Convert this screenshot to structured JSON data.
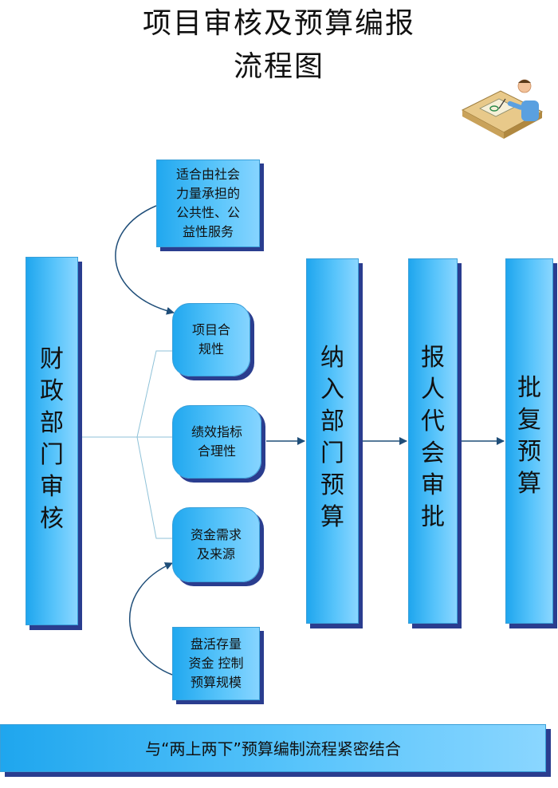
{
  "title": {
    "line1": "项目审核及预算编报",
    "line2": "流程图"
  },
  "nodes": {
    "finance_review": [
      "财",
      "政",
      "部",
      "门",
      "审",
      "核"
    ],
    "include_dept_budget": [
      "纳",
      "入",
      "部",
      "门",
      "预",
      "算"
    ],
    "npc_approval": [
      "报",
      "人",
      "代",
      "会",
      "审",
      "批"
    ],
    "approve_budget": [
      "批",
      "复",
      "预",
      "算"
    ]
  },
  "criteria": {
    "compliance": [
      "项目合",
      "规性"
    ],
    "performance": [
      "绩效指标",
      "合理性"
    ],
    "funding": [
      "资金需求",
      "及来源"
    ]
  },
  "notes": {
    "public_service": [
      "适合由社会",
      "力量承担的",
      "公共性、公",
      "益性服务"
    ],
    "stock_funds": [
      "盘活存量",
      "资金 控制",
      "预算规模"
    ]
  },
  "footer": {
    "text": "与“两上两下”预算编制流程紧密结合"
  },
  "colors": {
    "box_fill": "#58c4fb",
    "box_shadow": "#2a3d8f",
    "connector_thin": "#8fc2d8",
    "connector_arrow": "#1f4e79"
  },
  "icons": {
    "clip_art": "person-at-desk-icon"
  }
}
